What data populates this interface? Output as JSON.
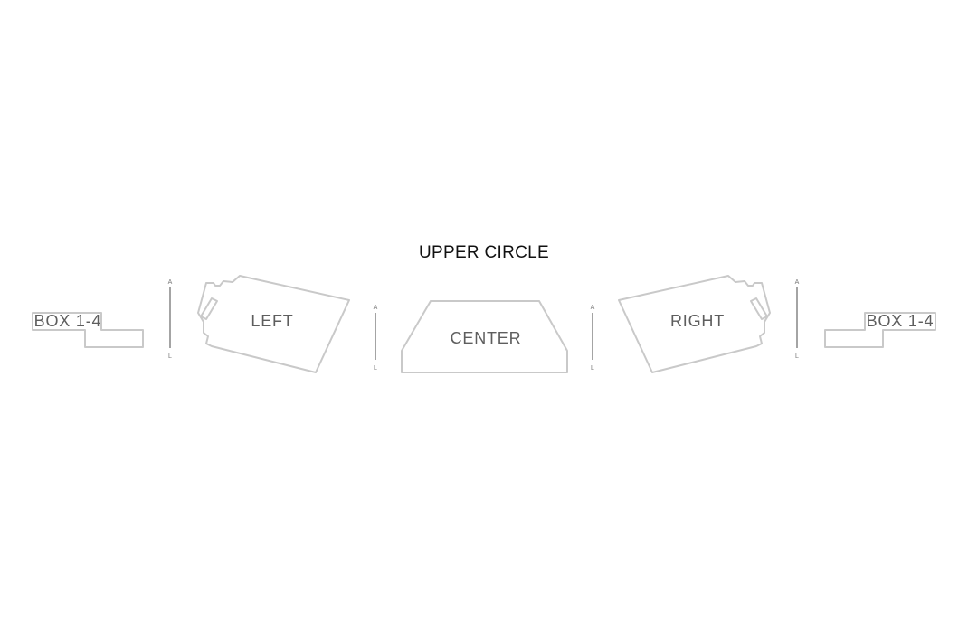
{
  "level": {
    "title": "UPPER CIRCLE"
  },
  "sections": {
    "box_left": {
      "label": "BOX 1-4"
    },
    "left": {
      "label": "LEFT"
    },
    "center": {
      "label": "CENTER"
    },
    "right": {
      "label": "RIGHT"
    },
    "box_right": {
      "label": "BOX 1-4"
    }
  },
  "row_markers": [
    {
      "top": "A",
      "bottom": "L"
    },
    {
      "top": "A",
      "bottom": "L"
    },
    {
      "top": "A",
      "bottom": "L"
    },
    {
      "top": "A",
      "bottom": "L"
    }
  ],
  "colors": {
    "section_outline": "#c9c9c9",
    "label": "#5e5e5e",
    "title": "#111111"
  }
}
